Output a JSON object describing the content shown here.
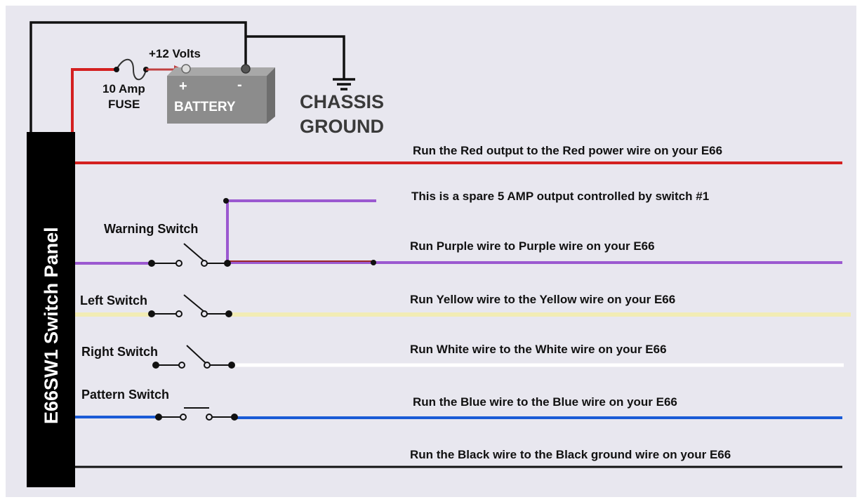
{
  "panel": {
    "label": "E66SW1 Switch Panel"
  },
  "power": {
    "voltage_label": "+12 Volts",
    "fuse_label_line1": "10 Amp",
    "fuse_label_line2": "FUSE",
    "battery_label": "BATTERY",
    "battery_plus": "+",
    "battery_minus": "-",
    "ground_label_line1": "CHASSIS",
    "ground_label_line2": "GROUND"
  },
  "switches": {
    "warning": "Warning Switch",
    "left": "Left Switch",
    "right": "Right Switch",
    "pattern": "Pattern Switch"
  },
  "instructions": {
    "red": "Run the Red output to the Red power wire on your E66",
    "spare": "This is a spare 5 AMP output controlled by switch #1",
    "purple": "Run Purple wire to Purple wire on your E66",
    "yellow": "Run Yellow wire to the Yellow wire on your E66",
    "white": "Run White wire to the White wire on your E66",
    "blue": "Run the Blue wire to the Blue wire on your E66",
    "black": "Run the Black wire to the Black ground wire on your E66"
  },
  "wire_colors": {
    "red": "#d42020",
    "purple": "#9b59d0",
    "yellow": "#f2ecb4",
    "white": "#ffffff",
    "blue": "#1a5bd6",
    "black": "#111111"
  },
  "colors": {
    "background": "#e8e7ef",
    "panel": "#000000",
    "battery": "#8c8c8c"
  }
}
